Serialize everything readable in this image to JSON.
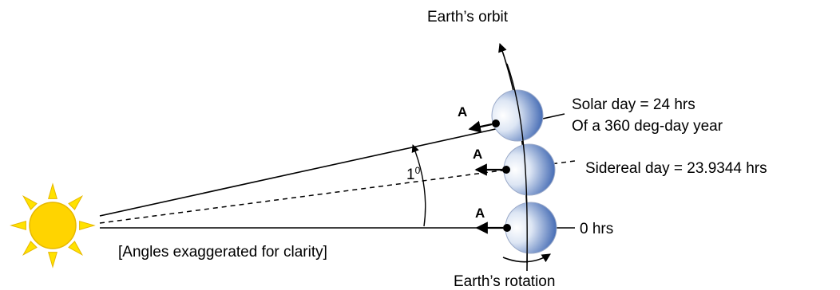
{
  "labels": {
    "orbit": "Earth’s orbit",
    "rotation": "Earth’s rotation",
    "solar_day_line1": "Solar day = 24 hrs",
    "solar_day_line2": "Of a 360 deg-day year",
    "sidereal_day": "Sidereal day = 23.9344 hrs",
    "zero_hrs": "0 hrs",
    "angle_value": "1",
    "angle_unit": "0",
    "note": "[Angles exaggerated for clarity]",
    "marker_top": "A",
    "marker_mid": "A",
    "marker_bottom": "A"
  },
  "icons": {
    "sun": "sun-icon",
    "earth": "earth-sphere-icon"
  },
  "colors": {
    "sun_fill": "#ffd400",
    "sun_ray": "#ffe200",
    "sun_stroke": "#e6b800",
    "earth_light": "#ffffff",
    "earth_dark": "#3a63b5",
    "line": "#000000"
  }
}
